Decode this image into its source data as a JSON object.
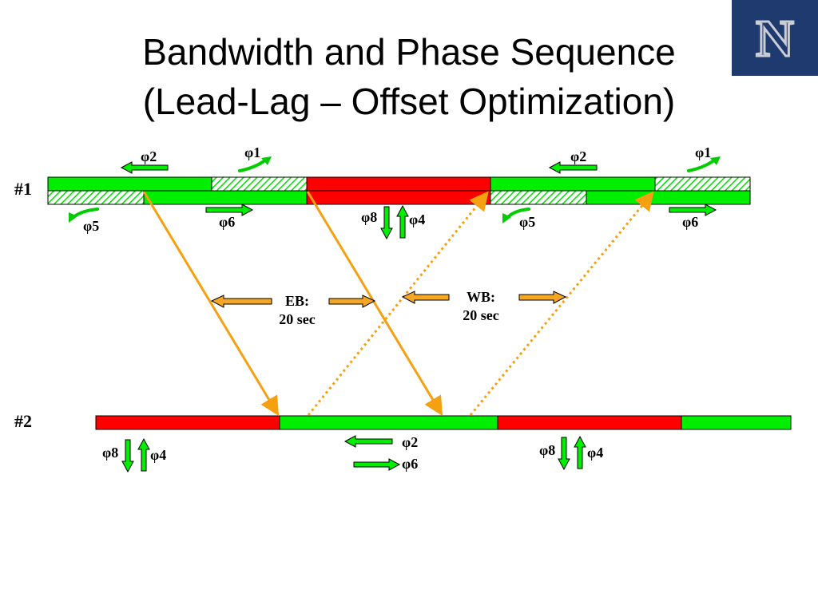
{
  "slide": {
    "title_line1": "Bandwidth and Phase Sequence",
    "title_line2": "(Lead-Lag – Offset Optimization)"
  },
  "logo": {
    "text": "N"
  },
  "rows": {
    "row1": "#1",
    "row2": "#2"
  },
  "phases": {
    "phi1": "φ1",
    "phi2": "φ2",
    "phi4": "φ4",
    "phi5": "φ5",
    "phi6": "φ6",
    "phi8": "φ8"
  },
  "bands": {
    "eb_label": "EB:",
    "eb_value": "20 sec",
    "wb_label": "WB:",
    "wb_value": "20 sec"
  },
  "colors": {
    "green": "#00ee00",
    "red": "#ff0000",
    "orange": "#f5a010",
    "orange_fill": "#f5a623",
    "logo_bg": "#1f3a6e"
  }
}
